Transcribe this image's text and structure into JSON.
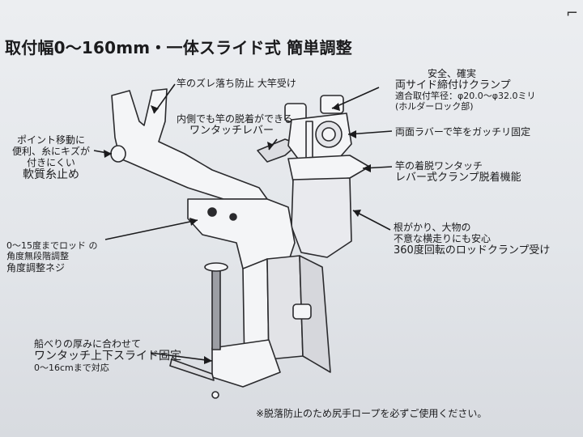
{
  "title": "取付幅0〜160mm・一体スライド式 簡単調整",
  "labels": {
    "top_center": "竿のズレ落ち防止 大竿受け",
    "inner": [
      "内側でも竿の脱着ができる",
      "ワンタッチレバー"
    ],
    "left_point": [
      "ポイント移動に",
      "便利、糸にキズが",
      "付きにくい",
      "軟質糸止め"
    ],
    "clamp_right": [
      "安全、確実",
      "両サイド締付けクランプ",
      "適合取付竿径：φ20.0〜φ32.0ミリ",
      "(ホルダーロック部)"
    ],
    "rubber": "両面ラバーで竿をガッチリ固定",
    "onetouch": [
      "竿の着脱ワンタッチ",
      "レバー式クランプ脱着機能"
    ],
    "rotation": [
      "根がかり、大物の",
      "不意な横走りにも安心",
      "360度回転のロッドクランプ受け"
    ],
    "angle": [
      "0〜15度までロッド の",
      "角度無段階調整",
      "角度調整ネジ"
    ],
    "slide": [
      "船べりの厚みに合わせて",
      "ワンタッチ上下スライド固定",
      "0〜16cmまで対応"
    ],
    "note": "※脱落防止のため尻手ロープを必ずご使用ください。"
  },
  "icons": {
    "corner": "corner-mark-icon"
  }
}
